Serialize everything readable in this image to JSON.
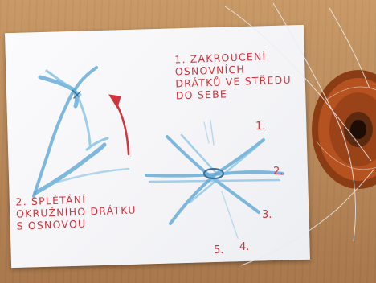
{
  "instruction_1": {
    "lines": [
      "1. ZAKROUCENÍ",
      "OSNOVNÍCH",
      "DRÁTKŮ VE STŘEDU",
      "DO SEBE"
    ]
  },
  "instruction_2": {
    "lines": [
      "2. SPLÉTÁNÍ",
      "OKRUŽNÍHO DRÁTKU",
      "S OSNOVOU"
    ]
  },
  "numbers": [
    "1.",
    "2.",
    "3.",
    "4.",
    "5."
  ]
}
